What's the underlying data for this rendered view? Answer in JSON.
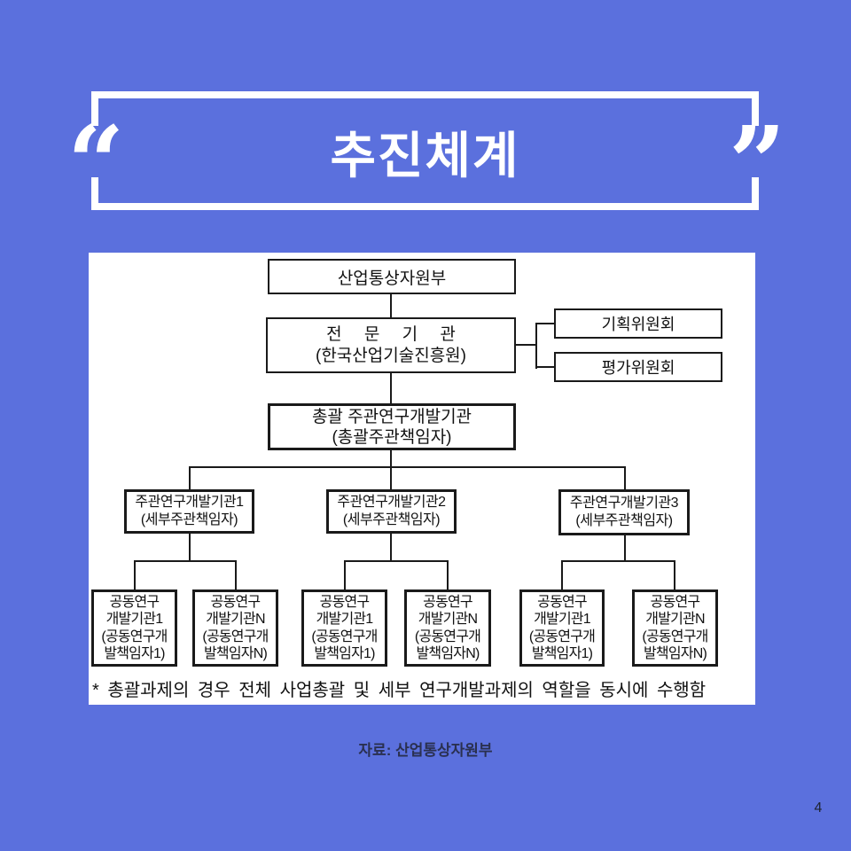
{
  "page": {
    "background_color": "#5b70dd",
    "panel_color": "#ffffff",
    "line_color": "#1a1a1a",
    "source_text": "자료: 산업통상자원부",
    "page_number": "4"
  },
  "header": {
    "title": "추진체계",
    "open_quote": "“",
    "close_quote": "”"
  },
  "org_chart": {
    "ministry": "산업통상자원부",
    "agency_line1": "전 문 기 관",
    "agency_line2": "(한국산업기술진흥원)",
    "planning_committee": "기획위원회",
    "evaluation_committee": "평가위원회",
    "overall_line1": "총괄 주관연구개발기관",
    "overall_line2": "(총괄주관책임자)",
    "lead_orgs": [
      {
        "line1": "주관연구개발기관1",
        "line2": "(세부주관책임자)"
      },
      {
        "line1": "주관연구개발기관2",
        "line2": "(세부주관책임자)"
      },
      {
        "line1": "주관연구개발기관3",
        "line2": "(세부주관책임자)"
      }
    ],
    "joint_orgs": [
      {
        "l1": "공동연구",
        "l2": "개발기관1",
        "l3": "(공동연구개",
        "l4": "발책임자1)"
      },
      {
        "l1": "공동연구",
        "l2": "개발기관N",
        "l3": "(공동연구개",
        "l4": "발책임자N)"
      },
      {
        "l1": "공동연구",
        "l2": "개발기관1",
        "l3": "(공동연구개",
        "l4": "발책임자1)"
      },
      {
        "l1": "공동연구",
        "l2": "개발기관N",
        "l3": "(공동연구개",
        "l4": "발책임자N)"
      },
      {
        "l1": "공동연구",
        "l2": "개발기관1",
        "l3": "(공동연구개",
        "l4": "발책임자1)"
      },
      {
        "l1": "공동연구",
        "l2": "개발기관N",
        "l3": "(공동연구개",
        "l4": "발책임자N)"
      }
    ],
    "footnote": "* 총괄과제의 경우 전체 사업총괄 및 세부 연구개발과제의 역할을 동시에 수행함"
  }
}
